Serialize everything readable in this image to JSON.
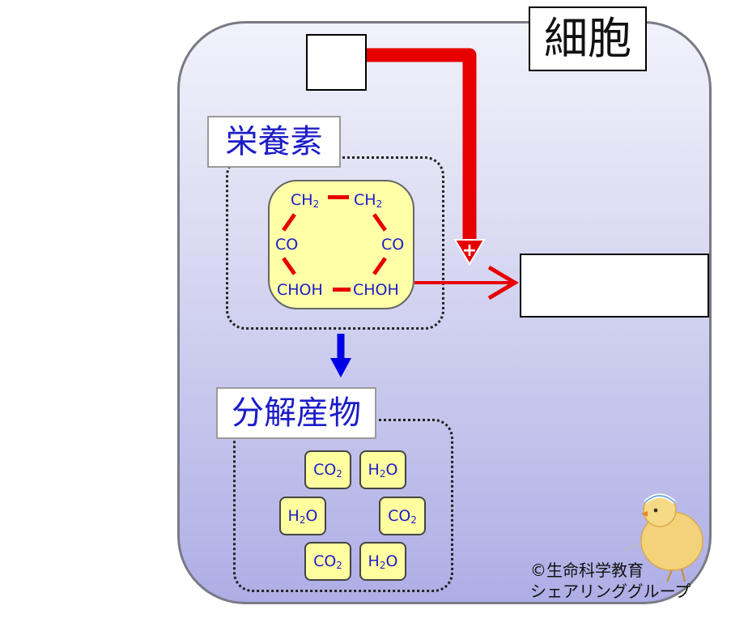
{
  "cell_label": "細胞",
  "nutrient_label": "栄養素",
  "products_label": "分解産物",
  "plus_sign": "+",
  "molecule": {
    "ch2_left": "CH",
    "ch2_right": "CH",
    "sub2": "2",
    "co_left": "CO",
    "co_right": "CO",
    "choh_left": "CHOH",
    "choh_right": "CHOH"
  },
  "products": {
    "co2_prefix": "CO",
    "h2o_prefix": "H",
    "h2o_suffix": "O",
    "sub2": "2"
  },
  "copyright": {
    "line1": "©生命科学教育",
    "line2": "シェアリンググループ"
  },
  "colors": {
    "arrow_red": "#e60000",
    "arrow_blue": "#0000e6",
    "label_text": "#1c1cc8",
    "molecule_fill": "#ffffa8"
  }
}
